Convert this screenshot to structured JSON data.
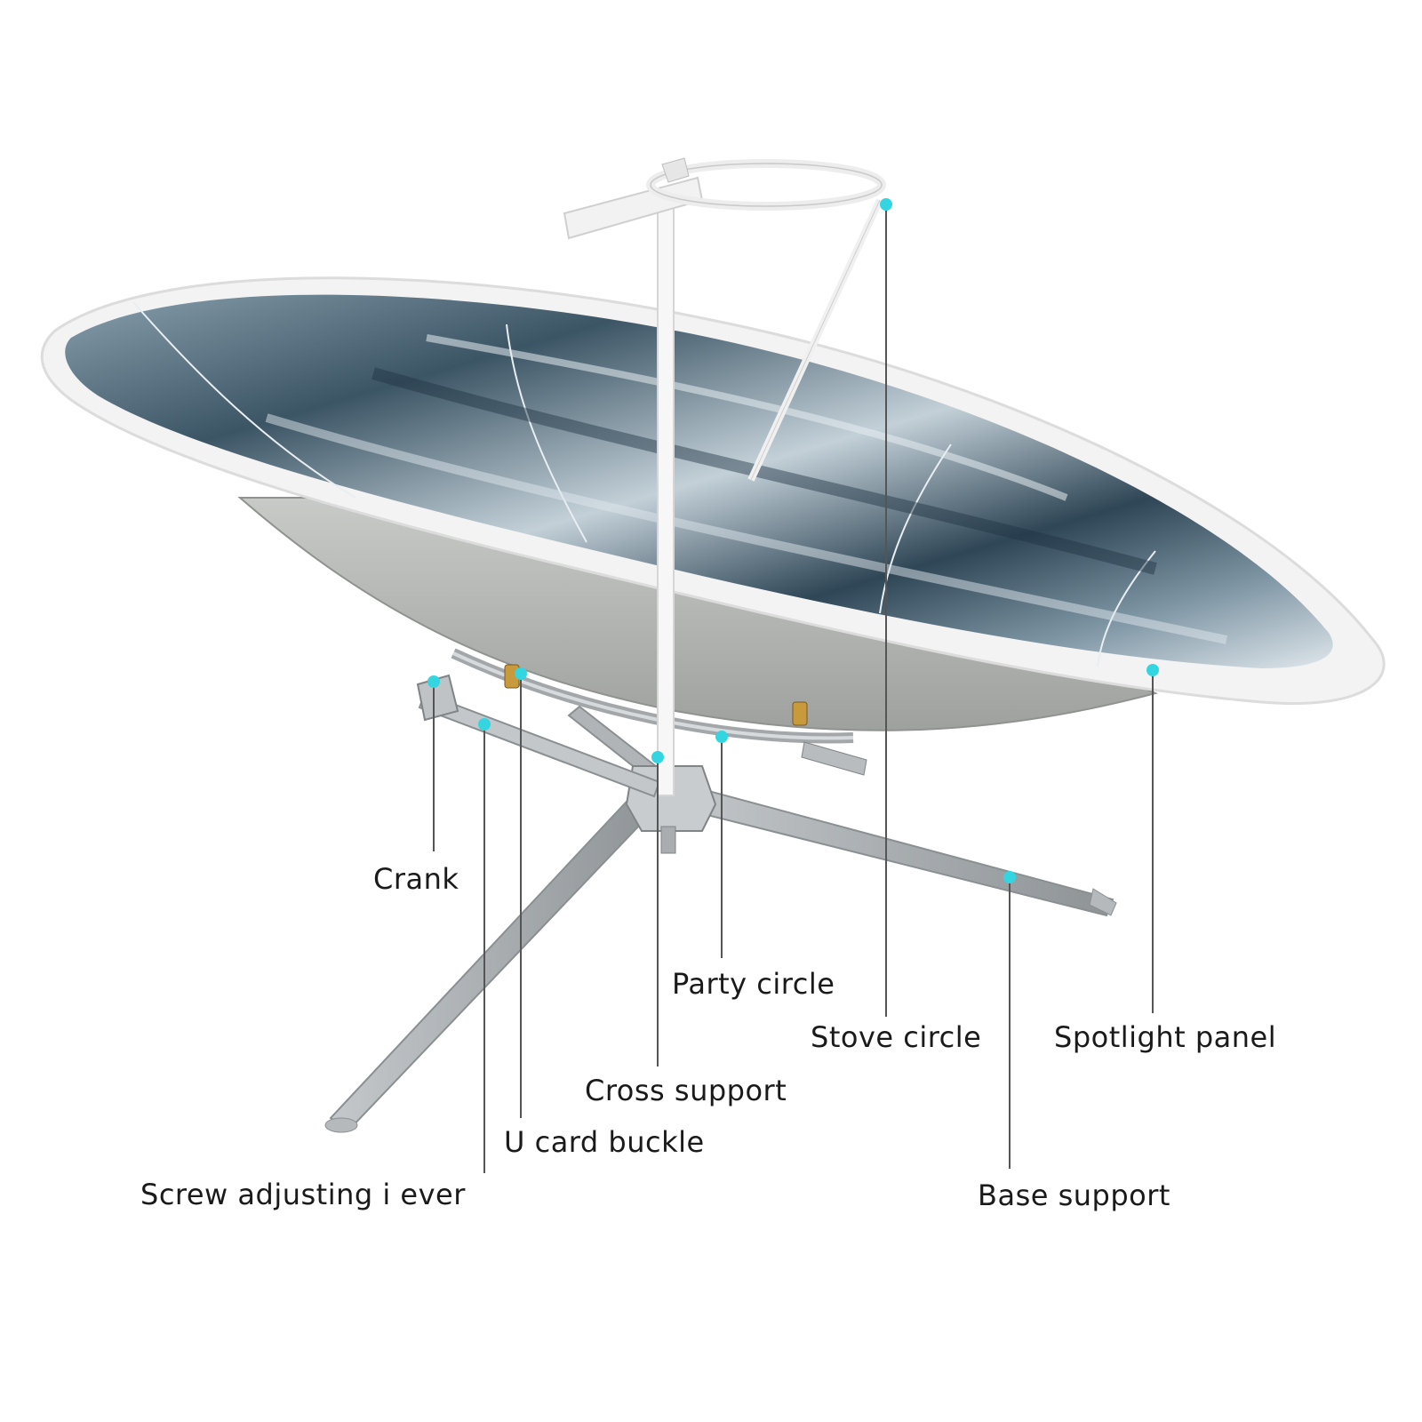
{
  "colors": {
    "marker": "#33d6e0",
    "leader": "#555555",
    "label": "#1a1a1a",
    "frame": "#f4f4f4",
    "dish_back": "#b9bbb8",
    "reflector_dark": "#2f4656",
    "reflector_mid": "#6d8597",
    "reflector_light": "#c9d6de",
    "tripod": "#a9adb0"
  },
  "callouts": [
    {
      "id": "crank",
      "label": "Crank"
    },
    {
      "id": "screw-adjusting-lever",
      "label": "Screw adjusting i ever"
    },
    {
      "id": "u-card-buckle",
      "label": "U card buckle"
    },
    {
      "id": "cross-support",
      "label": "Cross support"
    },
    {
      "id": "party-circle",
      "label": "Party circle"
    },
    {
      "id": "stove-circle",
      "label": "Stove circle"
    },
    {
      "id": "base-support",
      "label": "Base support"
    },
    {
      "id": "spotlight-panel",
      "label": "Spotlight panel"
    }
  ]
}
